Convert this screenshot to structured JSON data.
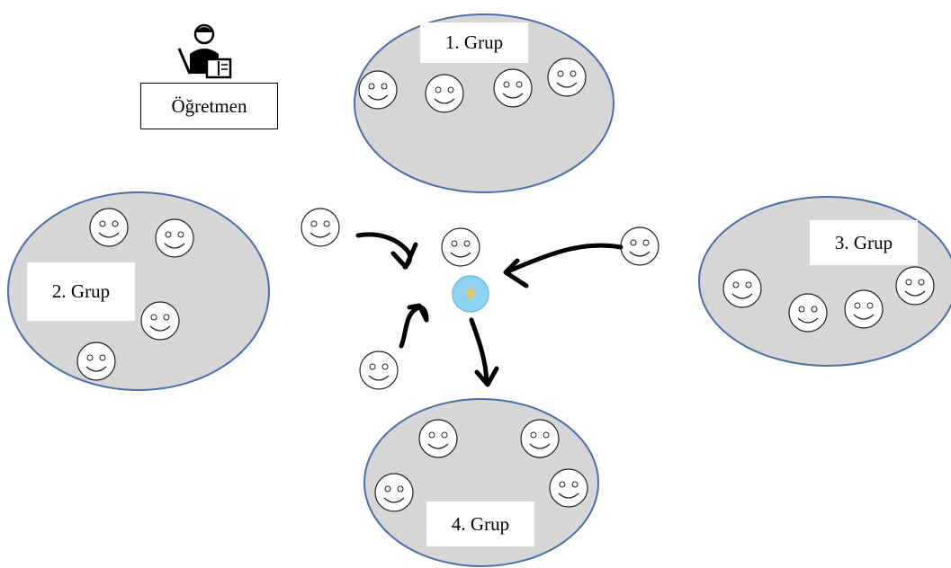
{
  "teacher": {
    "label": "Öğretmen",
    "icon": "teacher-icon"
  },
  "groups": [
    {
      "label": "1. Grup",
      "members": 4
    },
    {
      "label": "2. Grup",
      "members": 4
    },
    {
      "label": "3. Grup",
      "members": 4
    },
    {
      "label": "4. Grup",
      "members": 4
    }
  ],
  "center": {
    "icon": "lightning-icon"
  },
  "colors": {
    "group_fill": "#d6d6d6",
    "group_stroke": "#4a6ea9",
    "lightning_circle": "#8fd3f4",
    "lightning_bolt": "#f6c64a"
  }
}
